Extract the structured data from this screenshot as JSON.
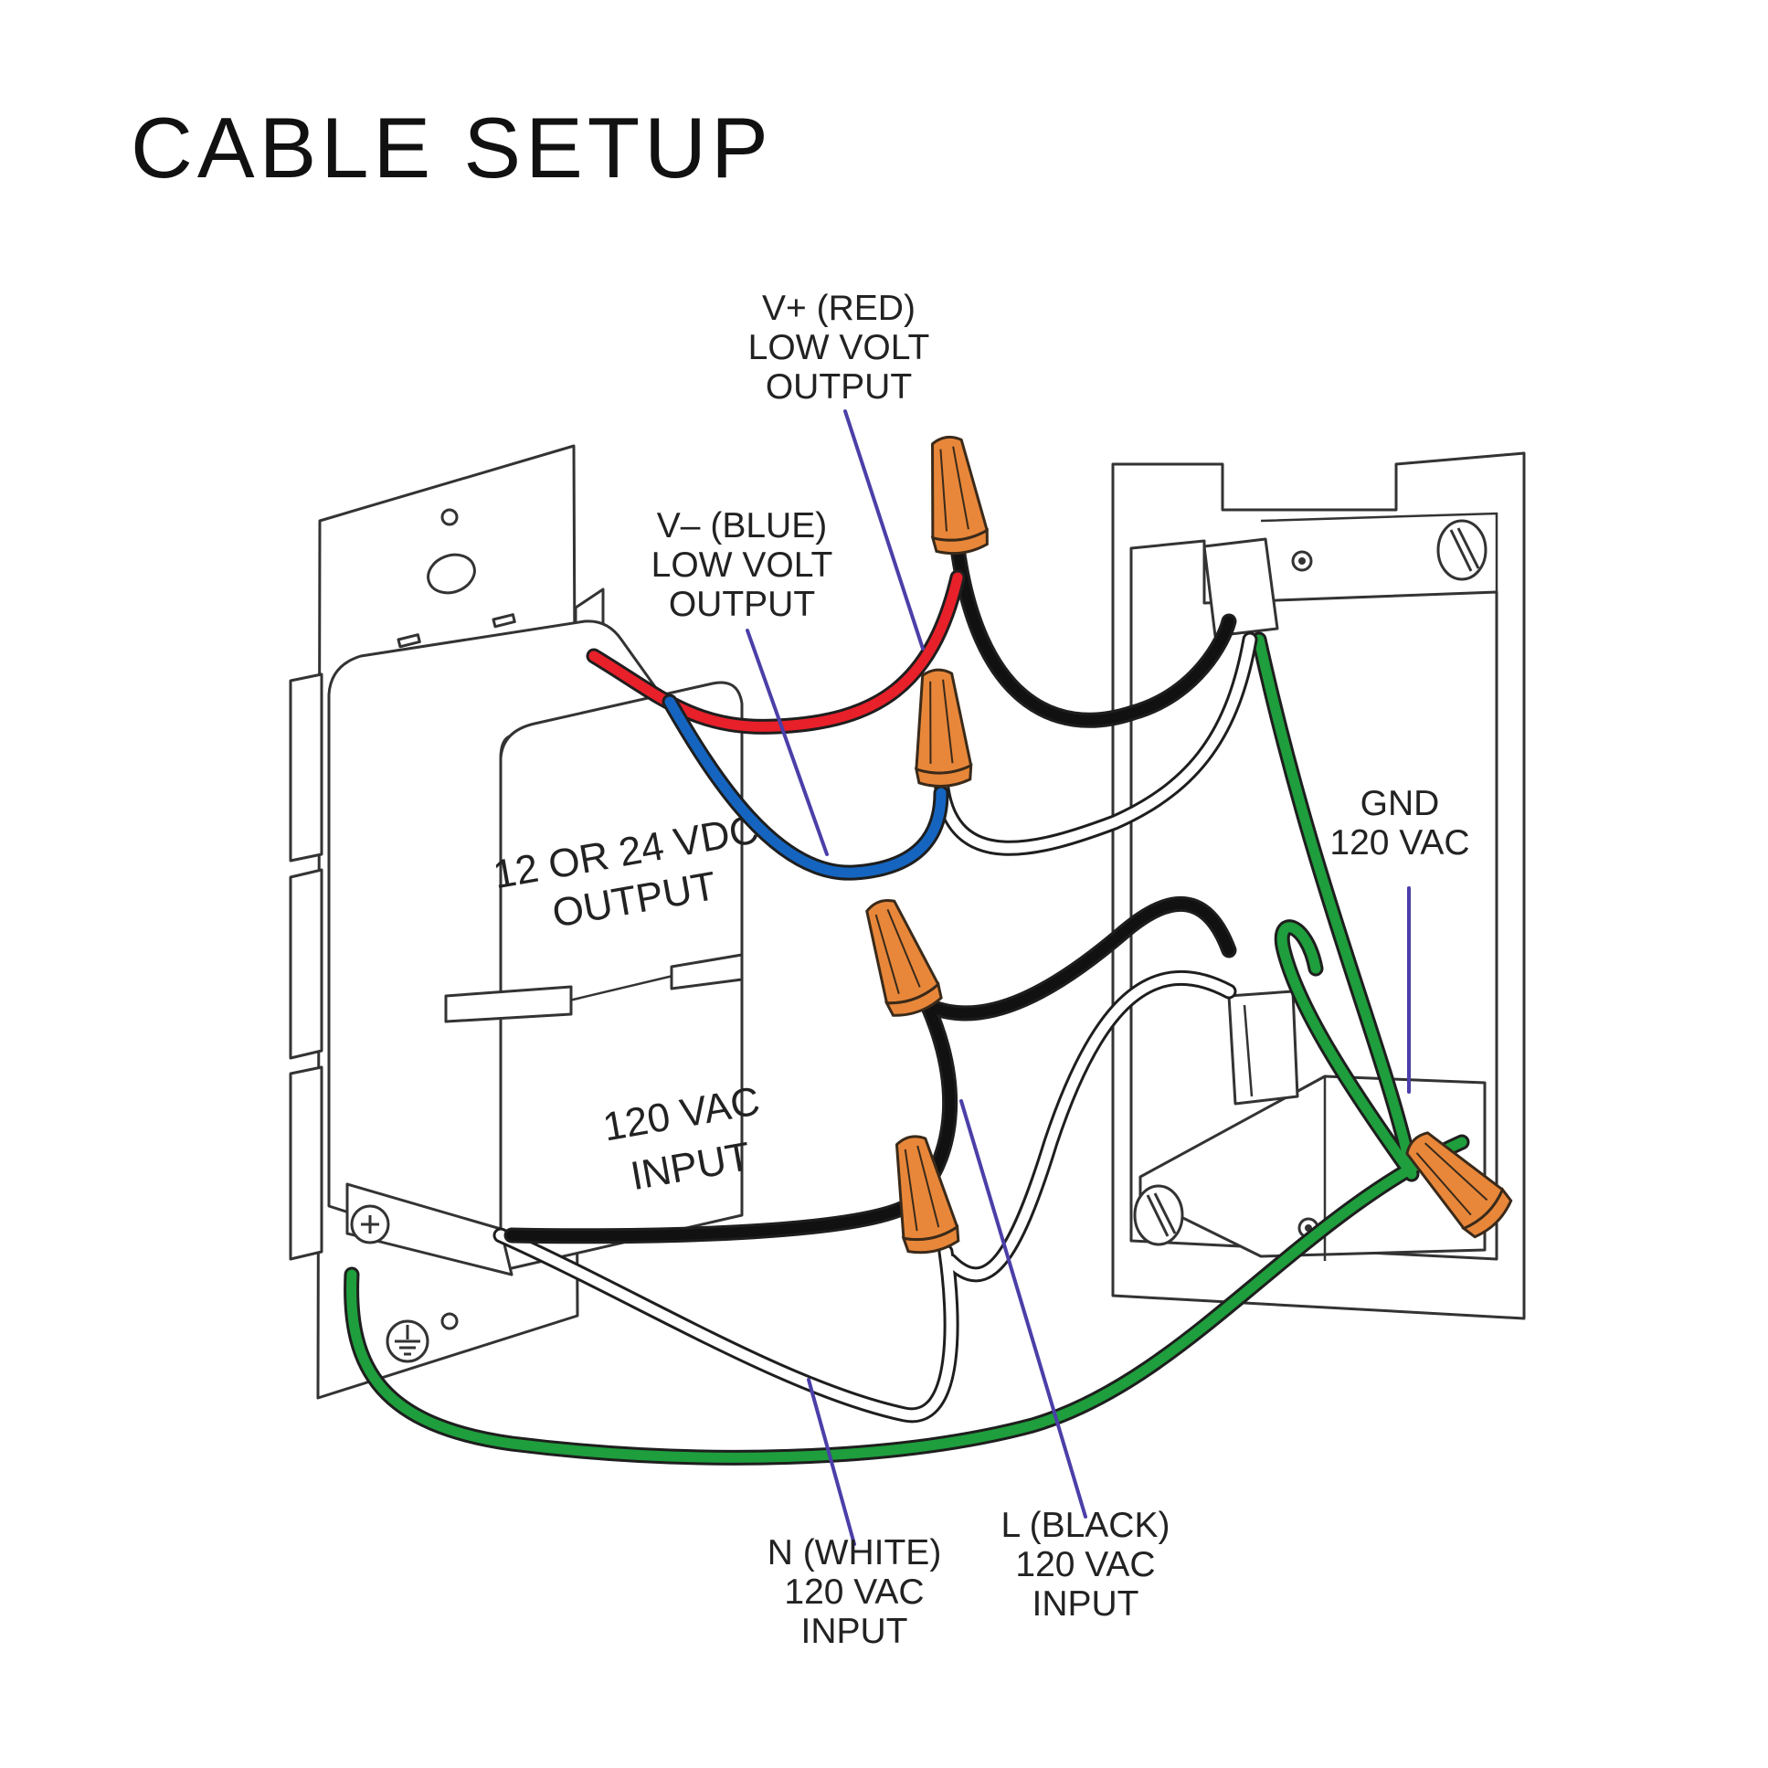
{
  "title": "CABLE SETUP",
  "device_text": {
    "output_line1": "12 OR 24 VDC",
    "output_line2": "OUTPUT",
    "input_line1": "120 VAC",
    "input_line2": "INPUT"
  },
  "labels": {
    "red": {
      "lines": [
        "V+ (RED)",
        "LOW VOLT",
        "OUTPUT"
      ]
    },
    "blue": {
      "lines": [
        "V– (BLUE)",
        "LOW VOLT",
        "OUTPUT"
      ]
    },
    "gnd": {
      "lines": [
        "GND",
        "120 VAC"
      ]
    },
    "white": {
      "lines": [
        "N (WHITE)",
        "120 VAC",
        "INPUT"
      ]
    },
    "black": {
      "lines": [
        "L (BLACK)",
        "120 VAC",
        "INPUT"
      ]
    }
  },
  "colors": {
    "red_wire": "#e8202a",
    "blue_wire": "#1565c0",
    "black_wire": "#111111",
    "white_wire": "#ffffff",
    "green_wire": "#1e9e3c",
    "wire_nut": "#e8873a",
    "leader_line": "#4b3fa8"
  }
}
